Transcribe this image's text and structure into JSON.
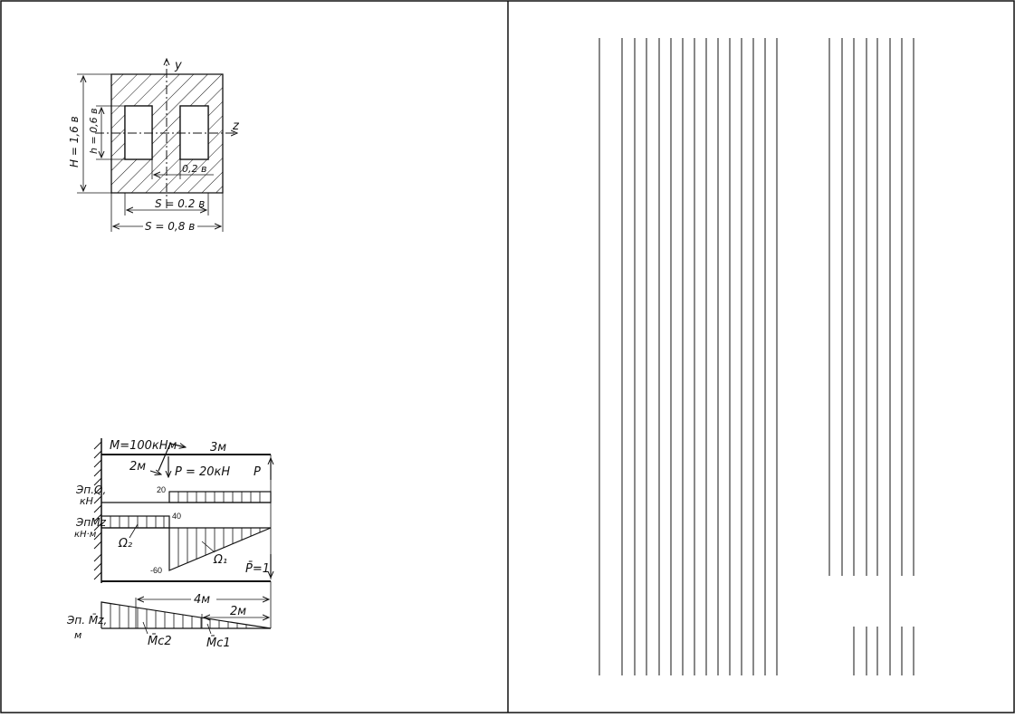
{
  "colors": {
    "ink": "#111111",
    "paper": "#ffffff"
  },
  "section": {
    "axis_y": "y",
    "axis_z": "z",
    "dim_H": "H = 1,6 в",
    "dim_h": "h = 0,6 в",
    "dim_gap": "0,2 в",
    "dim_s_inner": "S = 0.2 в",
    "dim_s_outer": "S = 0,8 в"
  },
  "beam": {
    "moment_label": "M=100кHм",
    "span_3m": "3м",
    "span_2m": "2м",
    "force_label": "P = 20кH",
    "force_P": "P",
    "unit_force": "P̄=1",
    "span_4m": "4м",
    "span_2m_bottom": "2м"
  },
  "diagram_Q": {
    "title": "Эп.Q,",
    "unit": "кН",
    "value": "20"
  },
  "diagram_M": {
    "title": "ЭпMz",
    "unit": "кН·м",
    "value_top": "40",
    "value_bottom": "-60",
    "omega2": "Ω₂",
    "omega1": "Ω₁"
  },
  "diagram_Mbar": {
    "title": "Эп. M̄z,",
    "unit": "м",
    "mc2": "M̄c2",
    "mc1": "M̄c1"
  }
}
